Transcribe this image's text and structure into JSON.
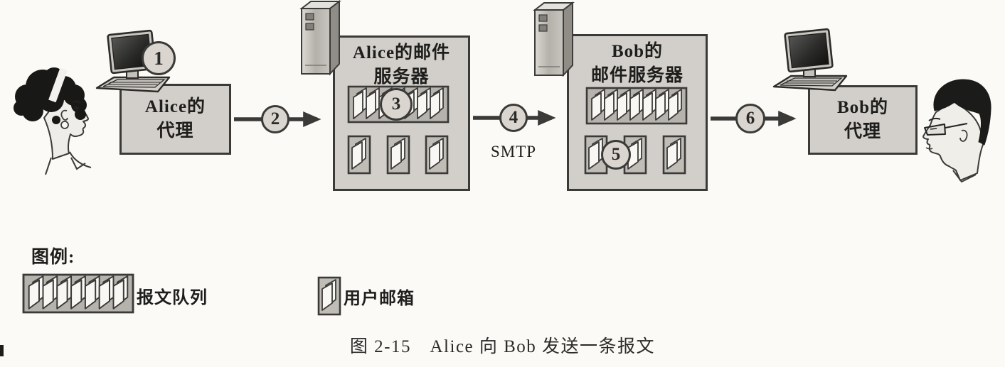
{
  "diagram": {
    "caption": "图 2-15　Alice 向 Bob 发送一条报文",
    "protocol_label": "SMTP",
    "nodes": {
      "alice_agent": {
        "line1": "Alice的",
        "line2": "代理"
      },
      "alice_mail_server": {
        "line1": "Alice的邮件",
        "line2": "服务器"
      },
      "bob_mail_server": {
        "line1": "Bob的",
        "line2": "邮件服务器"
      },
      "bob_agent": {
        "line1": "Bob的",
        "line2": "代理"
      }
    },
    "steps": [
      "1",
      "2",
      "3",
      "4",
      "5",
      "6"
    ],
    "legend": {
      "title": "图例:",
      "items": [
        {
          "icon": "message-queue-icon",
          "label": "报文队列"
        },
        {
          "icon": "user-mailbox-icon",
          "label": "用户邮箱"
        }
      ]
    },
    "colors": {
      "background": "#fbfaf6",
      "box_fill": "#d2cfca",
      "queue_fill": "#b6b3ad",
      "mailbox_fill": "#c0bdb7",
      "page_fill": "#f8f7f4",
      "circle_fill": "#dad6cf",
      "outline": "#3a3a38",
      "arrow": "#3a3a38"
    }
  }
}
